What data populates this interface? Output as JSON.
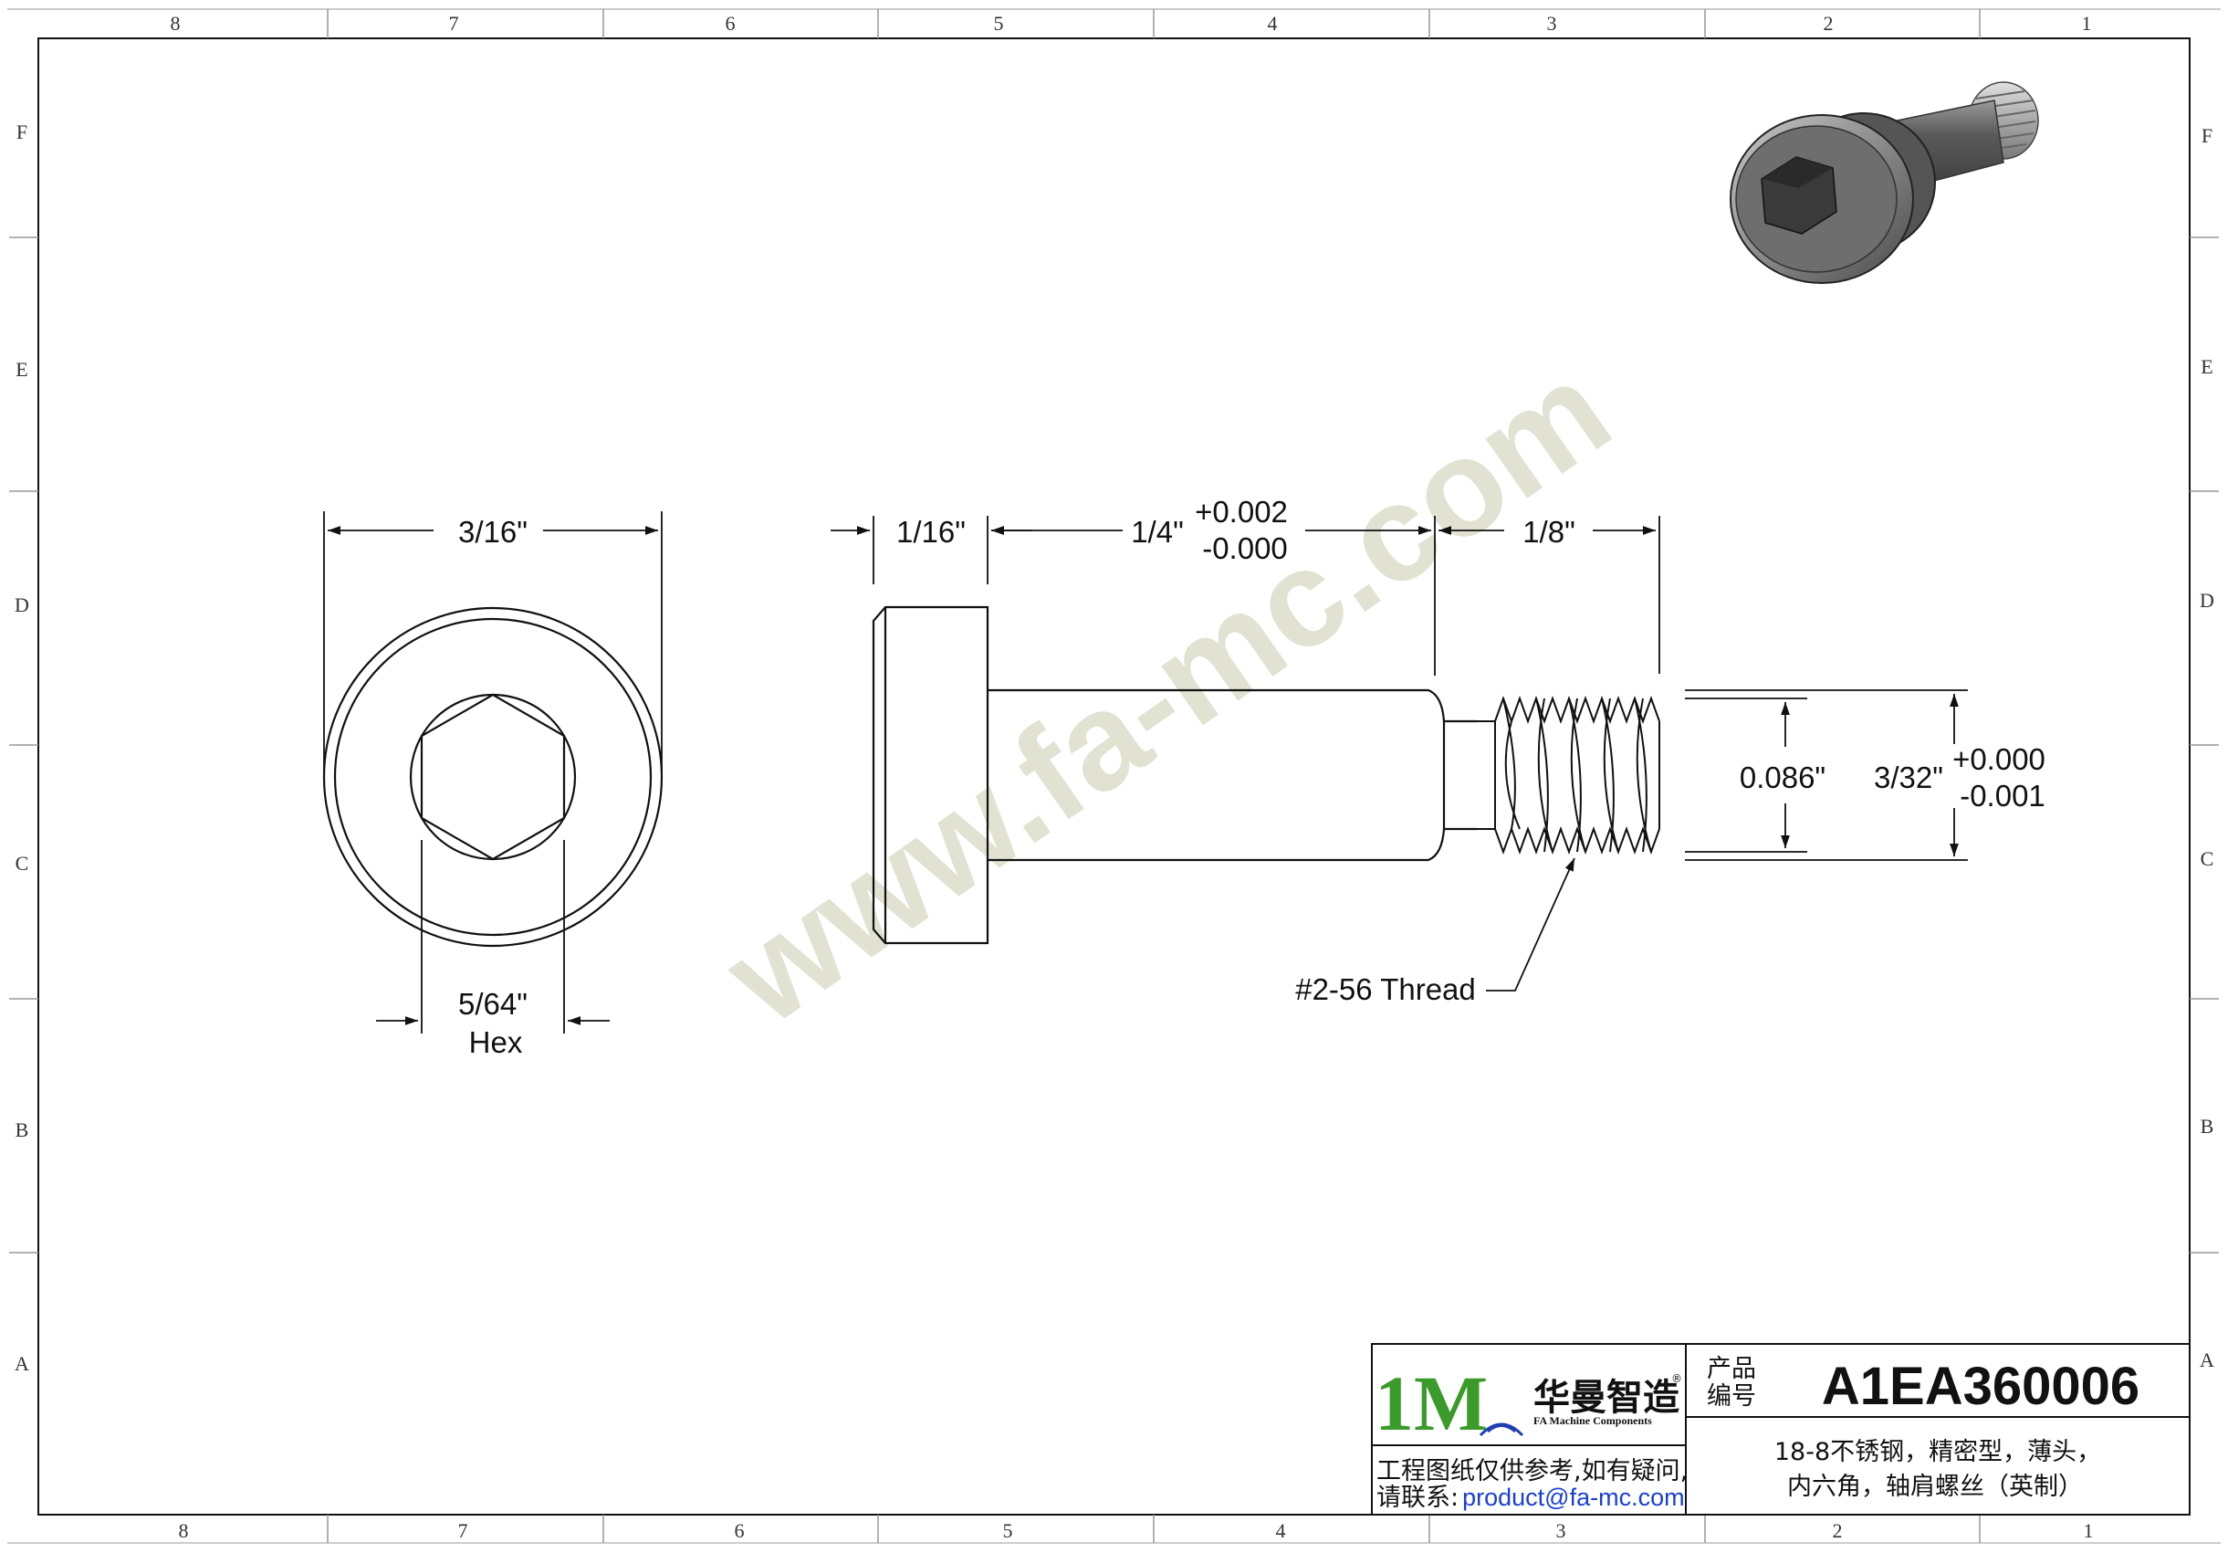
{
  "zones": {
    "columns": [
      "8",
      "7",
      "6",
      "5",
      "4",
      "3",
      "2",
      "1"
    ],
    "rows": [
      "F",
      "E",
      "D",
      "C",
      "B",
      "A"
    ]
  },
  "watermark": "www.fa-mc.com",
  "dimensions": {
    "head_diameter": "3/16\"",
    "hex_size": "5/64\"",
    "hex_label": "Hex",
    "head_height": "1/16\"",
    "shoulder_length": "1/4\"",
    "shoulder_length_tol_plus": "+0.002",
    "shoulder_length_tol_minus": "-0.000",
    "thread_length": "1/8\"",
    "thread_minor": "0.086\"",
    "shoulder_diameter": "3/32\"",
    "shoulder_diameter_tol_plus": "+0.000",
    "shoulder_diameter_tol_minus": "-0.001",
    "thread_callout": "#2-56 Thread"
  },
  "title_block": {
    "logo_letters": "1M",
    "logo_cn": "华曼智造",
    "logo_registered": "®",
    "logo_en": "FA Machine Components",
    "notice_line1": "工程图纸仅供参考,如有疑问,",
    "notice_line2_prefix": "请联系:",
    "notice_email": "product@fa-mc.com",
    "code_label_line1": "产品",
    "code_label_line2": "编号",
    "product_code": "A1EA360006",
    "description_line1": "18-8不锈钢，精密型，薄头，",
    "description_line2": "内六角，轴肩螺丝（英制）"
  },
  "colors": {
    "line": "#111111",
    "watermark": "#e2e2d2",
    "email": "#1a3fd6",
    "logo_green": "#3a9a2a",
    "logo_blue": "#1f3fb0"
  }
}
